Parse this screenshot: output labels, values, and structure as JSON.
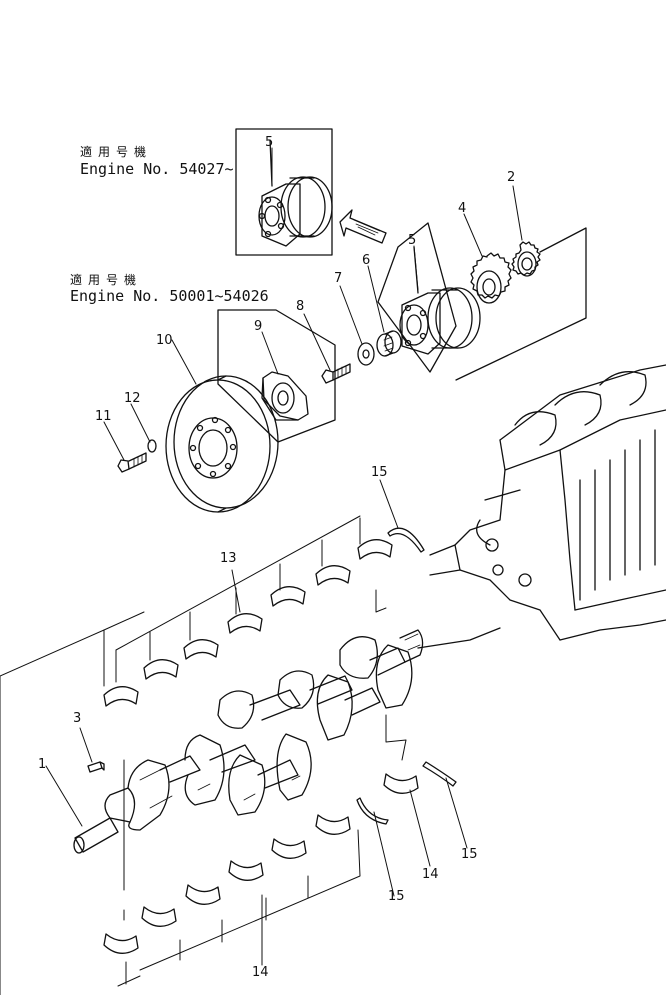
{
  "captions": {
    "upper_jp": "適用号機",
    "upper_engine": "Engine No. 54027~",
    "lower_jp": "適用号機",
    "lower_engine": "Engine No. 50001~54026"
  },
  "callouts": {
    "c1": "1",
    "c2": "2",
    "c3": "3",
    "c4": "4",
    "c5a": "5",
    "c5b": "5",
    "c6": "6",
    "c7": "7",
    "c8": "8",
    "c9": "9",
    "c10": "10",
    "c11": "11",
    "c12": "12",
    "c13": "13",
    "c14a": "14",
    "c14b": "14",
    "c15a": "15",
    "c15b": "15",
    "c15c": "15"
  }
}
